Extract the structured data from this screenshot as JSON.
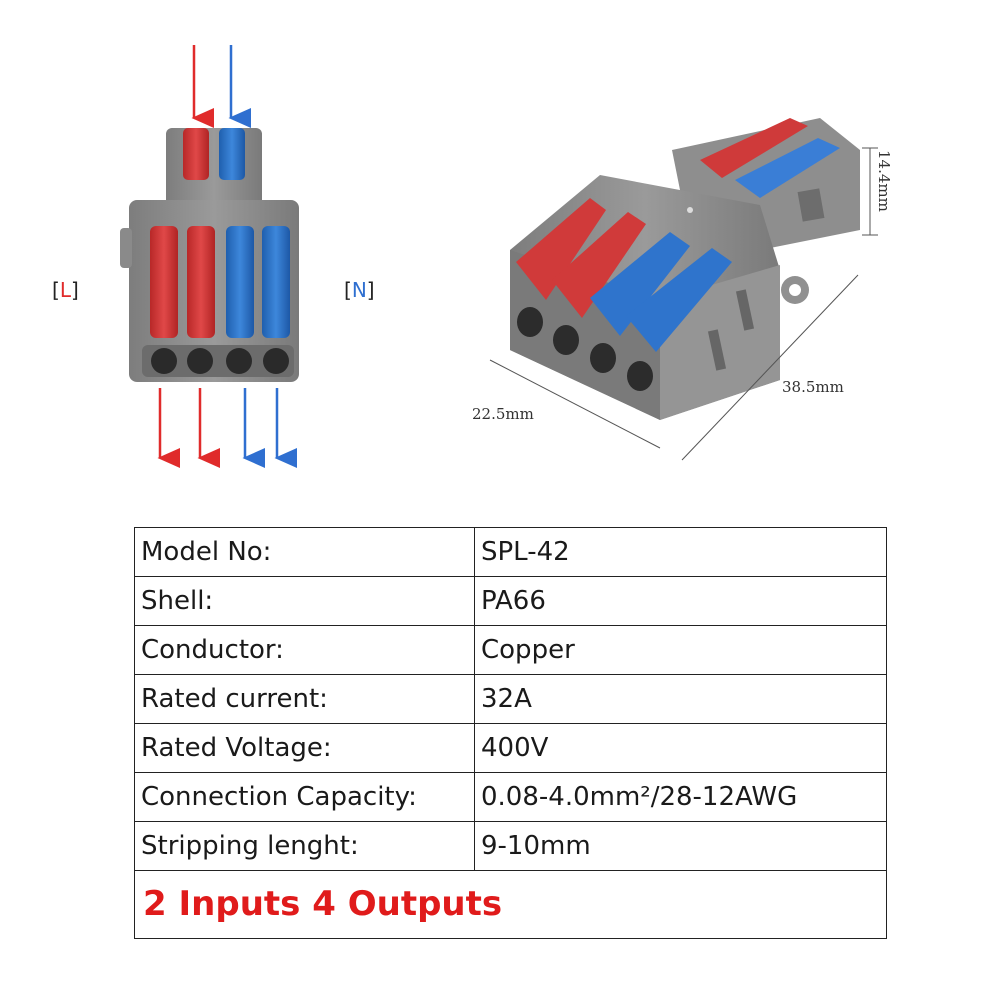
{
  "diagram": {
    "left_label": "L",
    "right_label": "N",
    "colors": {
      "live": "#d93a3a",
      "neutral": "#2e74c8",
      "body": "#8c8c8c",
      "arrow_red": "#e02b2b",
      "arrow_blue": "#2f6fd0"
    }
  },
  "dimensions": {
    "height": "14.4mm",
    "length": "38.5mm",
    "width": "22.5mm"
  },
  "specs": [
    {
      "label": "Model No:",
      "value": "SPL-42"
    },
    {
      "label": "Shell:",
      "value": "PA66"
    },
    {
      "label": "Conductor:",
      "value": "Copper"
    },
    {
      "label": "Rated current:",
      "value": "32A"
    },
    {
      "label": "Rated Voltage:",
      "value": "400V"
    },
    {
      "label": "Connection Capacity:",
      "value": "0.08-4.0mm²/28-12AWG"
    },
    {
      "label": "Stripping lenght:",
      "value": "9-10mm"
    }
  ],
  "footer": "2 Inputs 4 Outputs"
}
